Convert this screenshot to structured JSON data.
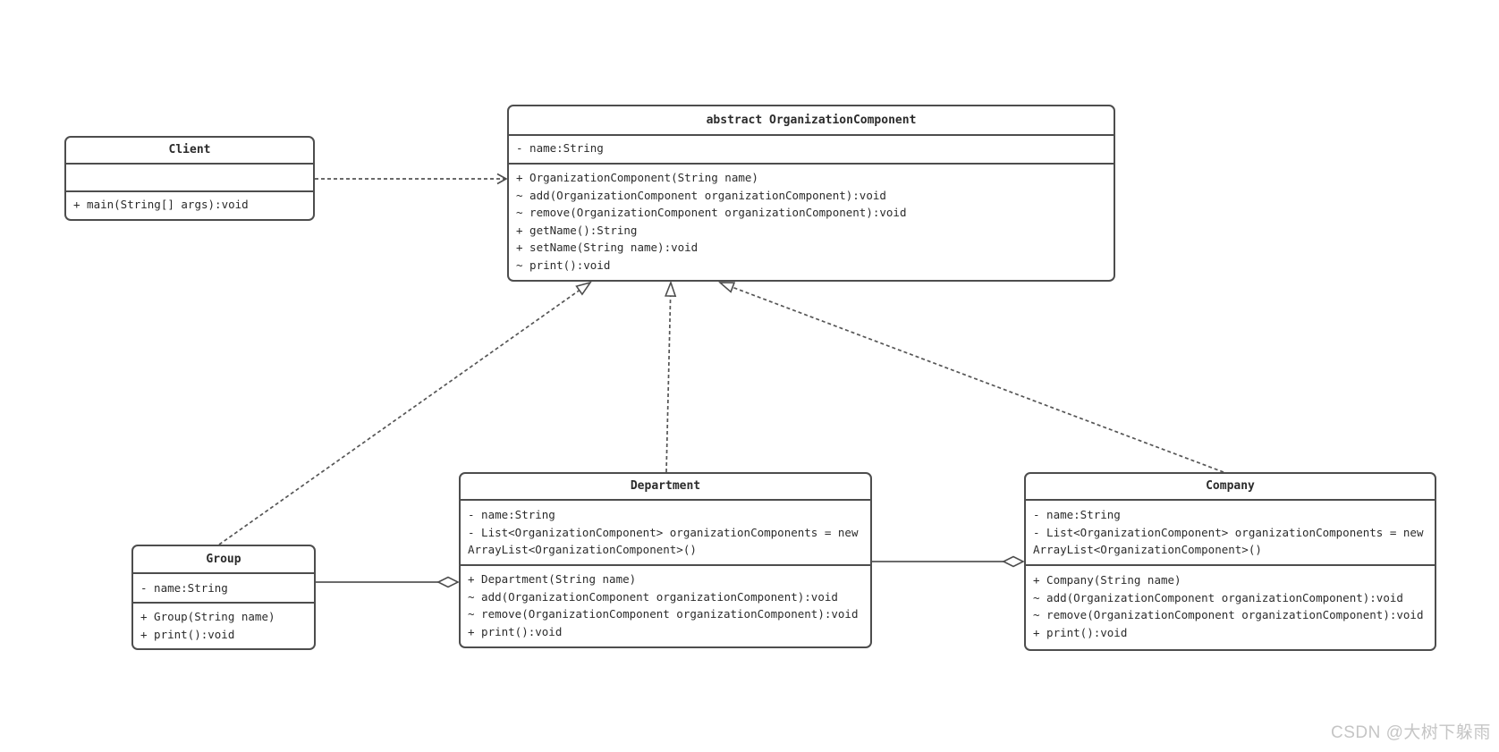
{
  "colors": {
    "background": "#ffffff",
    "box_border": "#4d4d4d",
    "connector": "#565656",
    "text": "#2b2b2b",
    "watermark": "#c5c5c5"
  },
  "watermark": {
    "text": "CSDN @大树下躲雨"
  },
  "classes": [
    {
      "id": "client",
      "title": "Client",
      "attributes": [],
      "methods": [
        "+ main(String[] args):void"
      ]
    },
    {
      "id": "organization-component",
      "title": "abstract OrganizationComponent",
      "attributes": [
        "- name:String"
      ],
      "methods": [
        "+ OrganizationComponent(String name)",
        "~ add(OrganizationComponent organizationComponent):void",
        "~ remove(OrganizationComponent organizationComponent):void",
        "+ getName():String",
        "+ setName(String name):void",
        "~ print():void"
      ]
    },
    {
      "id": "group",
      "title": "Group",
      "attributes": [
        "- name:String"
      ],
      "methods": [
        "+ Group(String name)",
        "+ print():void"
      ]
    },
    {
      "id": "department",
      "title": "Department",
      "attributes": [
        "- name:String",
        "- List<OrganizationComponent> organizationComponents = new ArrayList<OrganizationComponent>()"
      ],
      "methods": [
        "+ Department(String name)",
        "~ add(OrganizationComponent organizationComponent):void",
        "~ remove(OrganizationComponent organizationComponent):void",
        "+ print():void"
      ]
    },
    {
      "id": "company",
      "title": "Company",
      "attributes": [
        "- name:String",
        "- List<OrganizationComponent> organizationComponents = new ArrayList<OrganizationComponent>()"
      ],
      "methods": [
        "+ Company(String name)",
        "~ add(OrganizationComponent organizationComponent):void",
        "~ remove(OrganizationComponent organizationComponent):void",
        "+ print():void"
      ]
    }
  ],
  "relationships": [
    {
      "type": "dependency",
      "from": "Client",
      "to": "abstract OrganizationComponent",
      "line": "dashed",
      "head": "open-arrow"
    },
    {
      "type": "generalization",
      "from": "Group",
      "to": "abstract OrganizationComponent",
      "line": "dashed",
      "head": "hollow-triangle"
    },
    {
      "type": "generalization",
      "from": "Department",
      "to": "abstract OrganizationComponent",
      "line": "dashed",
      "head": "hollow-triangle"
    },
    {
      "type": "generalization",
      "from": "Company",
      "to": "abstract OrganizationComponent",
      "line": "dashed",
      "head": "hollow-triangle"
    },
    {
      "type": "aggregation",
      "from": "Group",
      "to": "Department",
      "line": "solid",
      "head": "open-diamond"
    },
    {
      "type": "aggregation",
      "from": "Department",
      "to": "Company",
      "line": "solid",
      "head": "open-diamond"
    }
  ]
}
